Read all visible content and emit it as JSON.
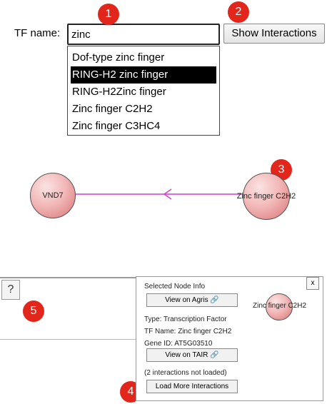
{
  "search": {
    "label": "TF name:",
    "value": "zinc",
    "button_label": "Show Interactions",
    "suggestions": [
      "Dof-type zinc finger",
      "RING-H2 zinc finger",
      "RING-H2Zinc finger",
      "Zinc finger C2H2",
      "Zinc finger C3HC4"
    ],
    "selected_index": 1
  },
  "badges": [
    "1",
    "2",
    "3",
    "4",
    "5"
  ],
  "graph": {
    "nodes": [
      {
        "label": "VND7"
      },
      {
        "label": "Zinc finger C2H2"
      }
    ],
    "edge_color": "#d13fd1"
  },
  "help": {
    "label": "?"
  },
  "node_info": {
    "title": "Selected Node Info",
    "close_label": "x",
    "agris_button": "View on Agris",
    "type_line": "Type: Transcription Factor",
    "tf_name_line": "TF Name: Zinc finger C2H2",
    "gene_id_line": "Gene ID: AT5G03510",
    "tair_button": "View on TAIR",
    "not_loaded": "(2 interactions not loaded)",
    "load_more_button": "Load More Interactions",
    "node_label": "Zinc finger C2H2",
    "link_glyph": "🔗"
  },
  "colors": {
    "badge": "#e2261b",
    "edge": "#d13fd1",
    "selected_bg": "#000000"
  }
}
